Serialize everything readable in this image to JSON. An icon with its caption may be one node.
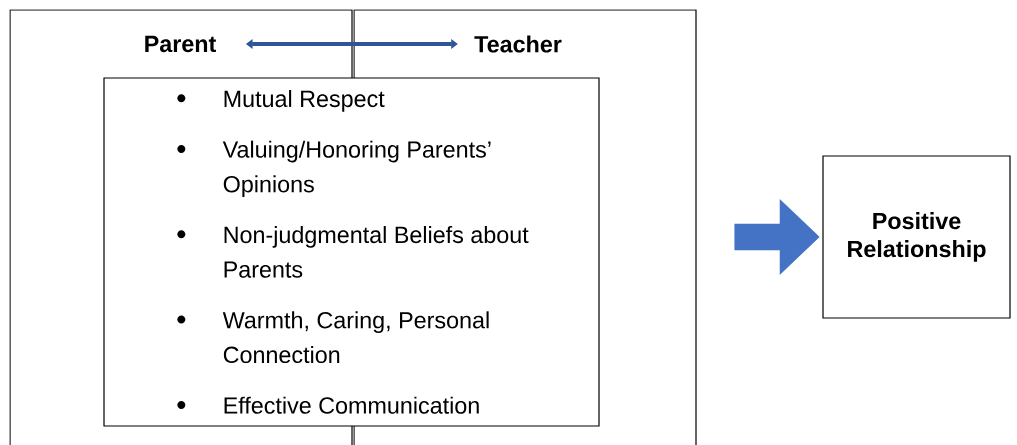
{
  "diagram": {
    "nodes": [
      {
        "text": [
          "Parent"
        ]
      },
      {
        "text": [
          "Teacher"
        ]
      },
      {
        "text": [
          "Mutual Respect",
          "Valuing/Honoring Parents’ Opinions",
          "Non-judgmental Beliefs about Parents",
          "Warmth, Caring, Personal Connection",
          "Effective Communication"
        ]
      },
      {
        "text": [
          "Positive Relationship"
        ]
      }
    ],
    "edges": [
      {
        "from": 0,
        "to": 1,
        "arrow": "both",
        "color": "#2f5597"
      },
      {
        "from": null,
        "to": 3,
        "arrow": "to",
        "style": "thick",
        "color": "#4472c4"
      }
    ]
  }
}
